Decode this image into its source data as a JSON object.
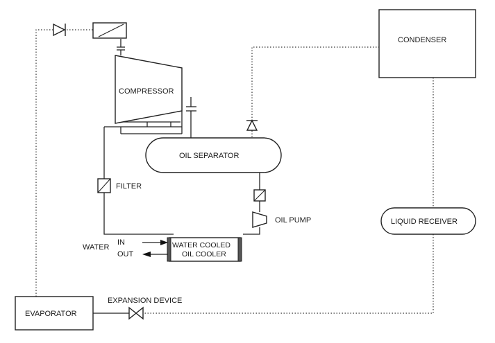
{
  "labels": {
    "condenser": "CONDENSER",
    "compressor": "COMPRESSOR",
    "oil_separator": "OIL SEPARATOR",
    "filter": "FILTER",
    "oil_pump": "OIL PUMP",
    "liquid_receiver": "LIQUID RECEIVER",
    "oil_cooler_line1": "WATER COOLED",
    "oil_cooler_line2": "OIL COOLER",
    "water": "WATER",
    "water_in": "IN",
    "water_out": "OUT",
    "evaporator": "EVAPORATOR",
    "expansion_device": "EXPANSION DEVICE"
  }
}
